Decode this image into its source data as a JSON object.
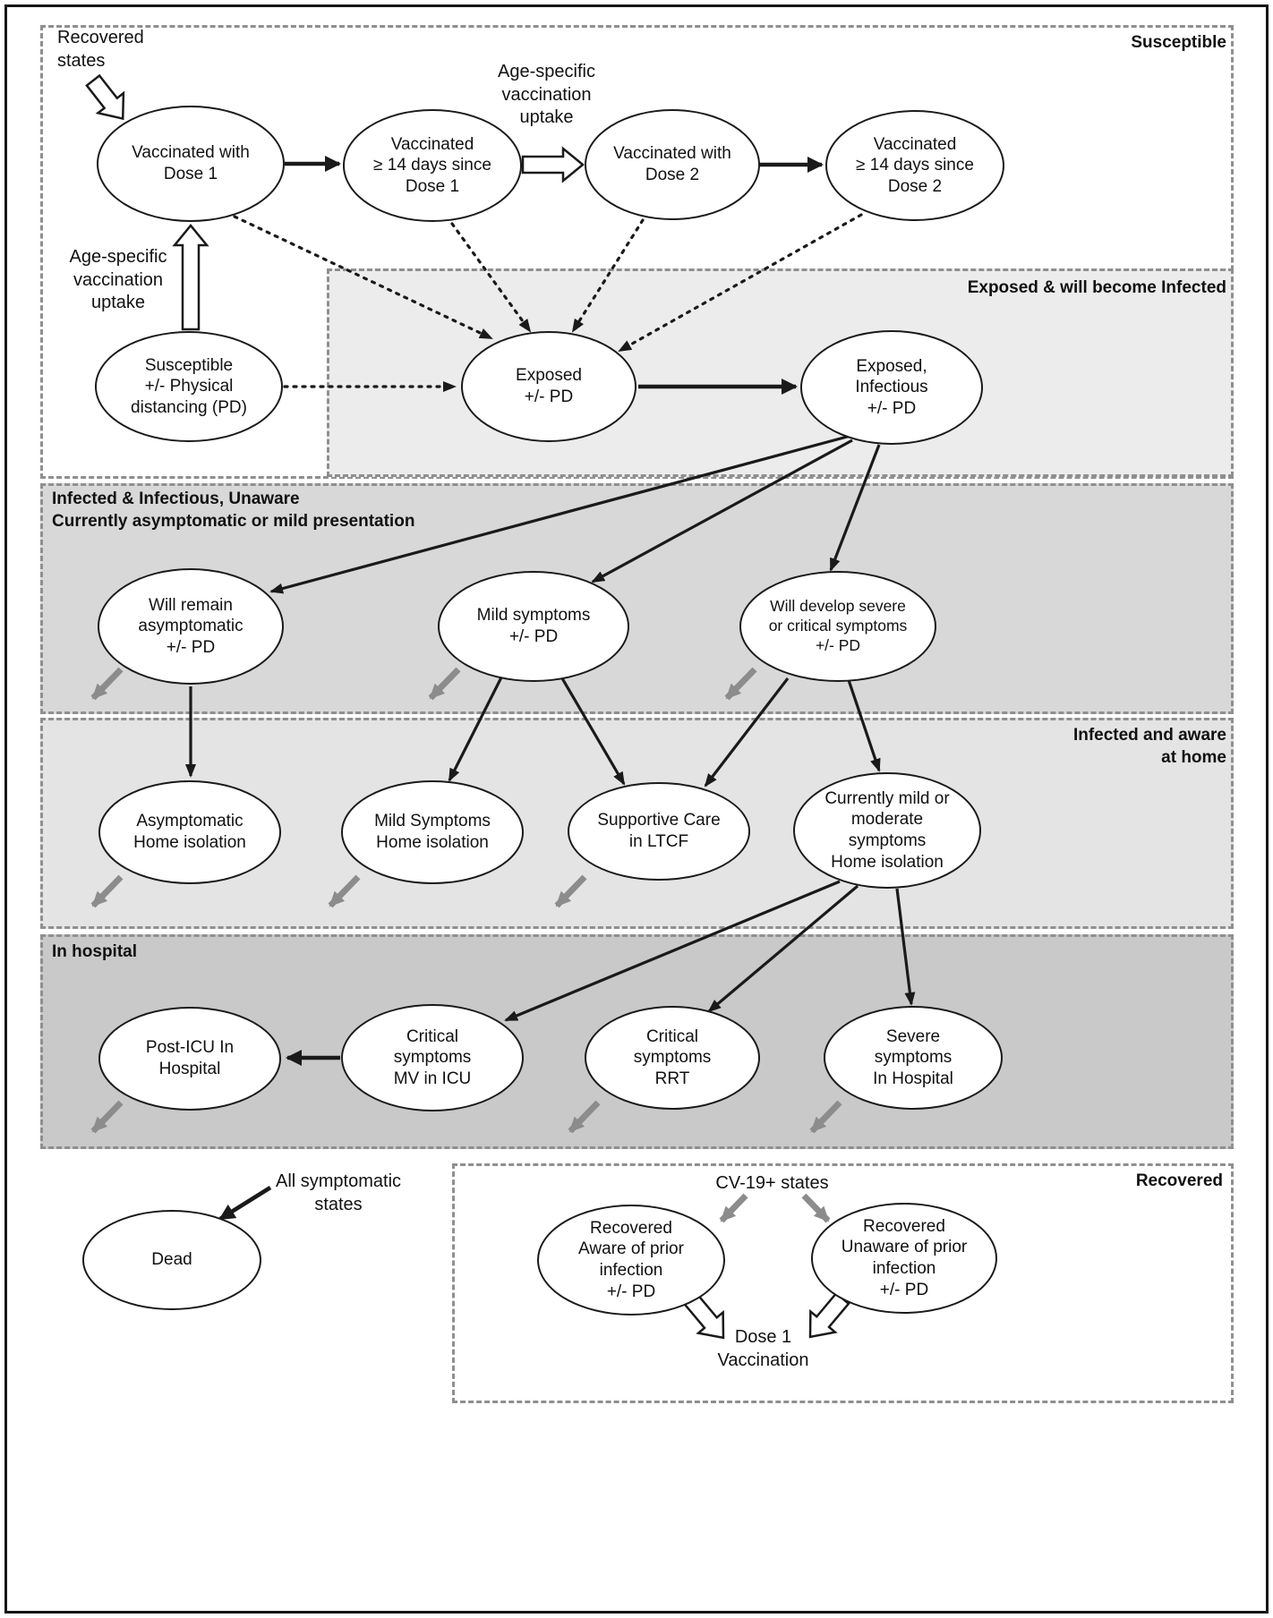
{
  "regions": {
    "susceptible": "Susceptible",
    "exposed": "Exposed & will become Infected",
    "infected_unaware": "Infected & Infectious, Unaware\nCurrently asymptomatic or mild presentation",
    "infected_aware": "Infected and aware\nat home",
    "in_hospital": "In hospital",
    "recovered": "Recovered"
  },
  "nodes": {
    "vaccinated_dose1": "Vaccinated with\nDose 1",
    "vaccinated_14d_dose1": "Vaccinated\n≥ 14 days since\nDose 1",
    "vaccinated_dose2": "Vaccinated with\nDose 2",
    "vaccinated_14d_dose2": "Vaccinated\n≥ 14 days since\nDose 2",
    "susceptible_pd": "Susceptible\n+/- Physical\ndistancing (PD)",
    "exposed_pd": "Exposed\n+/- PD",
    "exposed_infectious": "Exposed,\nInfectious\n+/- PD",
    "will_remain_asymptomatic": "Will remain\nasymptomatic\n+/- PD",
    "mild_symptoms": "Mild symptoms\n+/- PD",
    "will_develop_severe": "Will develop severe\nor critical symptoms\n+/- PD",
    "asymptomatic_home": "Asymptomatic\nHome isolation",
    "mild_symptoms_home": "Mild Symptoms\nHome isolation",
    "supportive_care_ltcf": "Supportive Care\nin LTCF",
    "currently_mild_moderate": "Currently mild or\nmoderate\nsymptoms\nHome isolation",
    "post_icu": "Post-ICU In\nHospital",
    "critical_mv_icu": "Critical\nsymptoms\nMV in ICU",
    "critical_rrt": "Critical\nsymptoms\nRRT",
    "severe_hospital": "Severe\nsymptoms\nIn Hospital",
    "dead": "Dead",
    "recovered_aware": "Recovered\nAware of prior\ninfection\n+/- PD",
    "recovered_unaware": "Recovered\nUnaware of prior\ninfection\n+/- PD"
  },
  "labels": {
    "recovered_states": "Recovered\nstates",
    "age_specific_top": "Age-specific\nvaccination\nuptake",
    "age_specific_left": "Age-specific\nvaccination\nuptake",
    "all_symptomatic": "All symptomatic\nstates",
    "cv19_states": "CV-19+ states",
    "dose1_vaccination": "Dose 1\nVaccination"
  },
  "colors": {
    "line_black": "#1a1a1a",
    "gray_arrow": "#8c8c8c",
    "region_border": "#8f8f8f",
    "region_exposed": "#ececec",
    "region_unaware": "#d8d8d8",
    "region_aware": "#e4e4e4",
    "region_hospital": "#c9c9c9",
    "node_fill": "#ffffff"
  }
}
